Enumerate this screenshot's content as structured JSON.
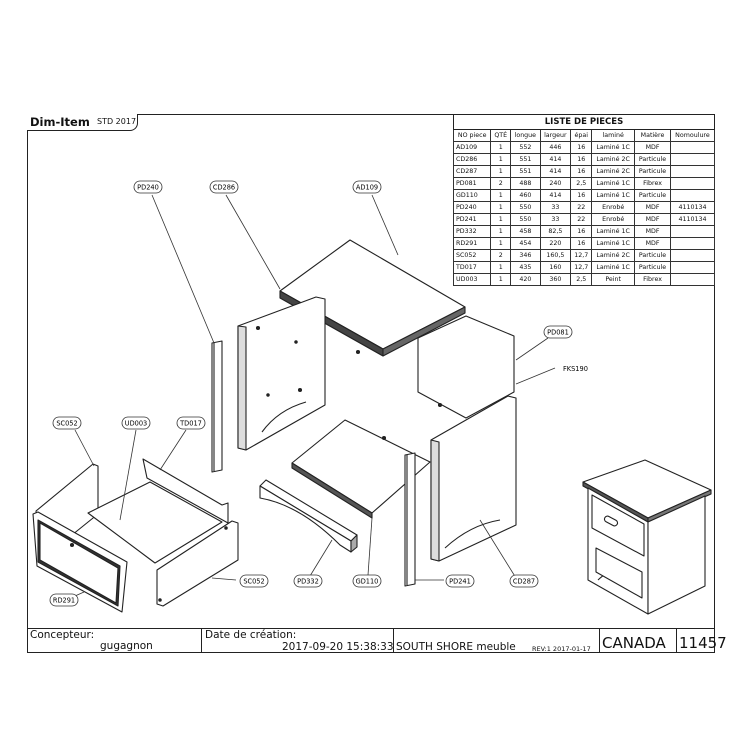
{
  "brand": {
    "name": "Dim-Item",
    "standard": "STD 2017"
  },
  "parts_table": {
    "title": "LISTE DE PIECES",
    "columns": [
      "NO piece",
      "QTÉ",
      "longue",
      "largeur",
      "épai",
      "laminé",
      "Matière",
      "Nomoulure"
    ],
    "rows": [
      [
        "AD109",
        "1",
        "552",
        "446",
        "16",
        "Laminé 1C",
        "MDF",
        ""
      ],
      [
        "CD286",
        "1",
        "551",
        "414",
        "16",
        "Laminé 2C",
        "Particule",
        ""
      ],
      [
        "CD287",
        "1",
        "551",
        "414",
        "16",
        "Laminé 2C",
        "Particule",
        ""
      ],
      [
        "PD081",
        "2",
        "488",
        "240",
        "2,5",
        "Laminé 1C",
        "Fibrex",
        ""
      ],
      [
        "GD110",
        "1",
        "460",
        "414",
        "16",
        "Laminé 1C",
        "Particule",
        ""
      ],
      [
        "PD240",
        "1",
        "550",
        "33",
        "22",
        "Enrobé",
        "MDF",
        "4110134"
      ],
      [
        "PD241",
        "1",
        "550",
        "33",
        "22",
        "Enrobé",
        "MDF",
        "4110134"
      ],
      [
        "PD332",
        "1",
        "458",
        "82,5",
        "16",
        "Laminé 1C",
        "MDF",
        ""
      ],
      [
        "RD291",
        "1",
        "454",
        "220",
        "16",
        "Laminé 1C",
        "MDF",
        ""
      ],
      [
        "SC052",
        "2",
        "346",
        "160,5",
        "12,7",
        "Laminé 2C",
        "Particule",
        ""
      ],
      [
        "TD017",
        "1",
        "435",
        "160",
        "12,7",
        "Laminé 1C",
        "Particule",
        ""
      ],
      [
        "UD003",
        "1",
        "420",
        "360",
        "2,5",
        "Peint",
        "Fibrex",
        ""
      ]
    ]
  },
  "callouts": {
    "pd240": "PD240",
    "cd286": "CD286",
    "ad109": "AD109",
    "pd081": "PD081",
    "fks190": "FKS190",
    "sc052_a": "SC052",
    "ud003": "UD003",
    "td017": "TD017",
    "sc052_b": "SC052",
    "rd291": "RD291",
    "pd332": "PD332",
    "gd110": "GD110",
    "pd241": "PD241",
    "cd287": "CD287"
  },
  "title_block": {
    "designer_label": "Concepteur:",
    "designer": "gugagnon",
    "created_label": "Date de création:",
    "created": "2017-09-20 15:38:33",
    "product": "SOUTH SHORE meuble",
    "revision": "REV:1  2017-01-17",
    "country": "CANADA",
    "item_no": "11457"
  }
}
